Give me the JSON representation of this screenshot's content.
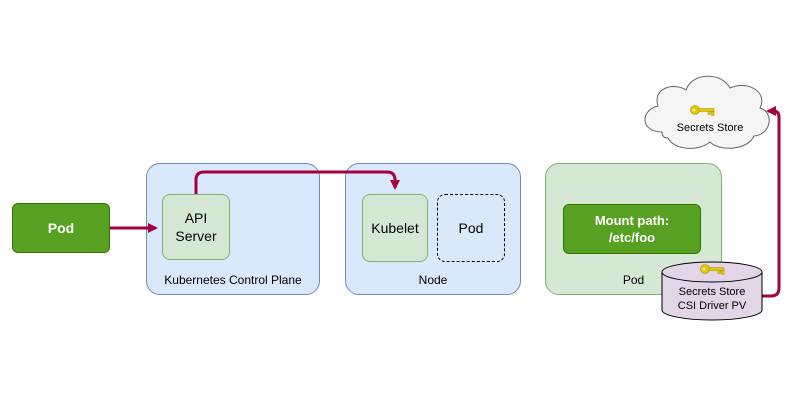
{
  "pod_left": {
    "label": "Pod"
  },
  "control_plane": {
    "label": "Kubernetes Control Plane",
    "api_server": "API\nServer"
  },
  "node": {
    "label": "Node",
    "kubelet": "Kubelet",
    "pod": "Pod"
  },
  "pod_right": {
    "label": "Pod",
    "mount_path": "Mount path:\n/etc/foo"
  },
  "csi_driver": {
    "label": "Secrets Store\nCSI Driver PV"
  },
  "secrets_store": {
    "label": "Secrets Store"
  },
  "colors": {
    "arrow": "#a50040",
    "blue_fill": "#dae8fc",
    "green_fill": "#d5e8d4",
    "dark_green": "#57a021",
    "cylinder_fill": "#e1d5e7",
    "key": "#e3c800"
  },
  "icons": {
    "key": "key-icon"
  }
}
